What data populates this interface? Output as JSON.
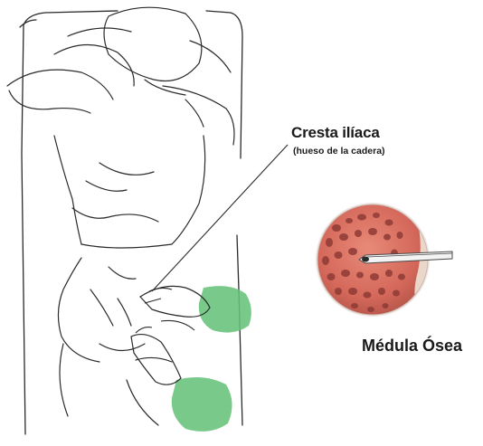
{
  "labels": {
    "iliac_crest": "Cresta ilíaca",
    "iliac_crest_sub": "(hueso de la cadera)",
    "bone_marrow": "Médula Ósea"
  },
  "colors": {
    "line": "#2b2b2b",
    "glove": "#66c27a",
    "marrow": "#d96a5c",
    "marrow_cell": "#8f3a36",
    "needle": "#4a4a4a"
  }
}
